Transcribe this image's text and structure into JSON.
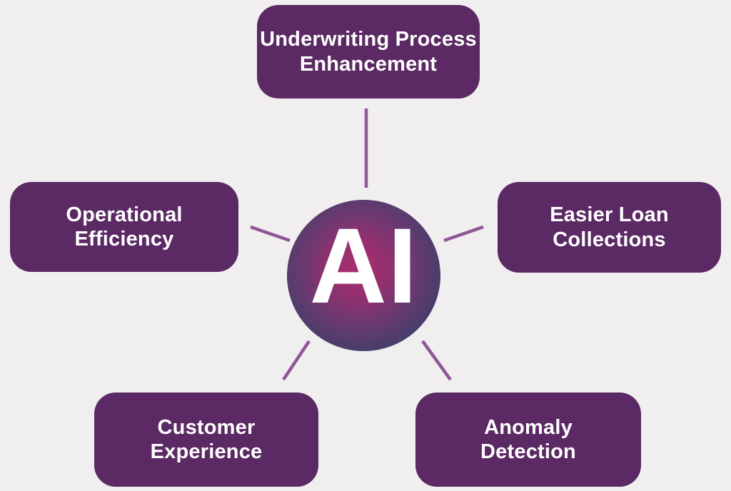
{
  "center": {
    "label": "AI"
  },
  "nodes": [
    {
      "id": "underwriting-process-enhancement",
      "position": "top",
      "lines": [
        "Underwriting Process",
        "Enhancement"
      ]
    },
    {
      "id": "operational-efficiency",
      "position": "left",
      "lines": [
        "Operational",
        "Efficiency"
      ]
    },
    {
      "id": "easier-loan-collections",
      "position": "right",
      "lines": [
        "Easier Loan",
        "Collections"
      ]
    },
    {
      "id": "customer-experience",
      "position": "bottom-left",
      "lines": [
        "Customer",
        "Experience"
      ]
    },
    {
      "id": "anomaly-detection",
      "position": "bottom-right",
      "lines": [
        "Anomaly",
        "Detection"
      ]
    }
  ],
  "theme": {
    "background": "#f0eeef",
    "node_fill": "#5b2963",
    "node_text": "#ffffff",
    "connector": "#8e5795",
    "circle_gradient_center": "#ab2d72",
    "circle_gradient_mid": "#653a70",
    "circle_gradient_edge": "#2f3963"
  }
}
